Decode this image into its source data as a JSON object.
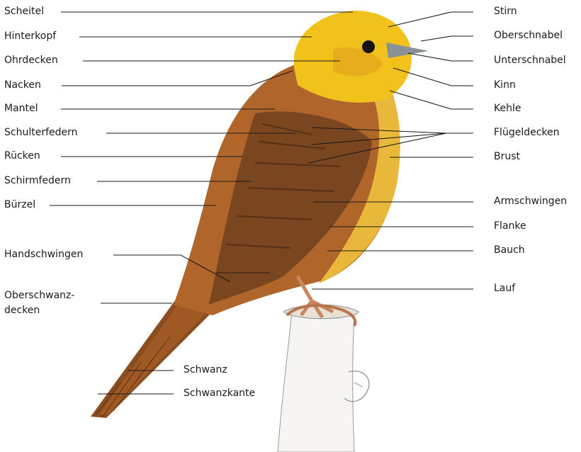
{
  "diagram": {
    "labels_left": [
      {
        "key": "scheitel",
        "text": "Scheitel"
      },
      {
        "key": "hinterkopf",
        "text": "Hinterkopf"
      },
      {
        "key": "ohrdecken",
        "text": "Ohrdecken"
      },
      {
        "key": "nacken",
        "text": "Nacken"
      },
      {
        "key": "mantel",
        "text": "Mantel"
      },
      {
        "key": "schulterfedern",
        "text": "Schulterfedern"
      },
      {
        "key": "ruecken",
        "text": "Rücken"
      },
      {
        "key": "schirmfedern",
        "text": "Schirmfedern"
      },
      {
        "key": "buerzel",
        "text": "Bürzel"
      },
      {
        "key": "handschwingen",
        "text": "Handschwingen"
      },
      {
        "key": "oberschwanzdecken_1",
        "text": "Oberschwanz-"
      },
      {
        "key": "oberschwanzdecken_2",
        "text": "decken"
      }
    ],
    "labels_right": [
      {
        "key": "stirn",
        "text": "Stirn"
      },
      {
        "key": "oberschnabel",
        "text": "Oberschnabel"
      },
      {
        "key": "unterschnabel",
        "text": "Unterschnabel"
      },
      {
        "key": "kinn",
        "text": "Kinn"
      },
      {
        "key": "kehle",
        "text": "Kehle"
      },
      {
        "key": "fluegeldecken",
        "text": "Flügeldecken"
      },
      {
        "key": "brust",
        "text": "Brust"
      },
      {
        "key": "armschwingen",
        "text": "Armschwingen"
      },
      {
        "key": "flanke",
        "text": "Flanke"
      },
      {
        "key": "bauch",
        "text": "Bauch"
      },
      {
        "key": "lauf",
        "text": "Lauf"
      }
    ],
    "labels_bottom": [
      {
        "key": "schwanz",
        "text": "Schwanz"
      },
      {
        "key": "schwanzkante",
        "text": "Schwanzkante"
      }
    ]
  },
  "colors": {
    "head_yellow": "#f2c21c",
    "body_brown": "#b0652a",
    "wing_dark": "#6b3d1c",
    "belly_yellow": "#e8b83a",
    "leader_line": "#1a1a1a"
  }
}
